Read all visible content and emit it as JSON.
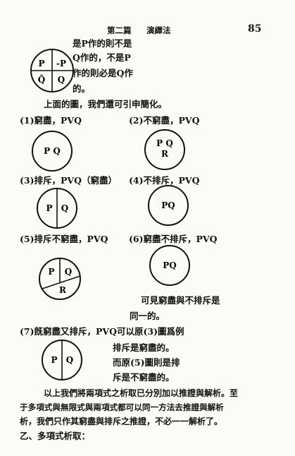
{
  "header": {
    "chapter": "第二篇",
    "title": "演繹法",
    "page_number": "85"
  },
  "intro": {
    "lines": [
      "是P作的則不是",
      "Q作的，不是P",
      "作的則必是Q作",
      "的。"
    ],
    "circle": {
      "tl": "P",
      "tr": "-P",
      "bl": "Q̄",
      "br": "Q"
    }
  },
  "simplify_line": "上面的圖，我們還可引申簡化。",
  "cases": [
    {
      "label": "(1)窮盡，PVQ",
      "circle_text": "P Q"
    },
    {
      "label": "(2)不窮盡，PVQ",
      "circle_top": "P Q",
      "circle_bottom": "R"
    },
    {
      "label": "(3)排斥，PVQ（窮盡）",
      "left": "P",
      "right": "Q"
    },
    {
      "label": "(4)不排斥，PVQ",
      "circle_text": "PQ"
    },
    {
      "label": "(5)排斥不窮盡，PVQ",
      "p": "P",
      "q": "Q",
      "r": "R"
    },
    {
      "label": "(6)窮盡不排斥，PVQ",
      "circle_text": "PQ"
    },
    {
      "label": "(7)旣窮盡又排斥，PVQ可以原(3)圖爲例",
      "left": "P",
      "right": "Q"
    }
  ],
  "note6": [
    "可見窮盡與不排斥是",
    "同一的。"
  ],
  "note7": [
    "排斥是窮盡的。",
    "而原(5)圖則是排",
    "斥是不窮盡的。"
  ],
  "closing": [
    "以上我們將兩項式之析取已分別加以推證與解析。至",
    "于多項式與無限式與兩項式都可以同一方法去推證與解析",
    "析，我們只作其窮盡與排斥之推證，不必一一解析了。"
  ],
  "section_heading": "乙、多項式析取："
}
